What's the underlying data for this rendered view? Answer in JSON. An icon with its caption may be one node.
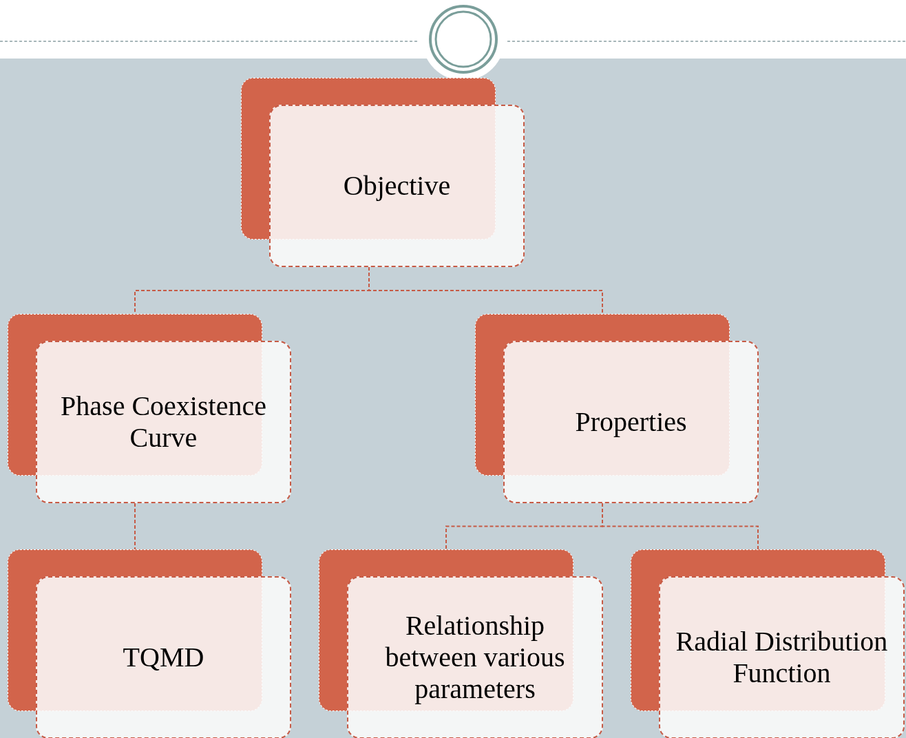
{
  "diagram": {
    "nodes": [
      {
        "text": [
          "Objective"
        ]
      },
      {
        "text": [
          "Phase Coexistence Curve"
        ]
      },
      {
        "text": [
          "Properties"
        ]
      },
      {
        "text": [
          "TQMD"
        ]
      },
      {
        "text": [
          "Relationship between various parameters"
        ]
      },
      {
        "text": [
          "Radial Distribution Function"
        ]
      }
    ],
    "edges": [
      {
        "from": 0,
        "to": 1,
        "arrow": "none"
      },
      {
        "from": 0,
        "to": 2,
        "arrow": "none"
      },
      {
        "from": 1,
        "to": 3,
        "arrow": "none"
      },
      {
        "from": 2,
        "to": 4,
        "arrow": "none"
      },
      {
        "from": 2,
        "to": 5,
        "arrow": "none"
      }
    ]
  }
}
